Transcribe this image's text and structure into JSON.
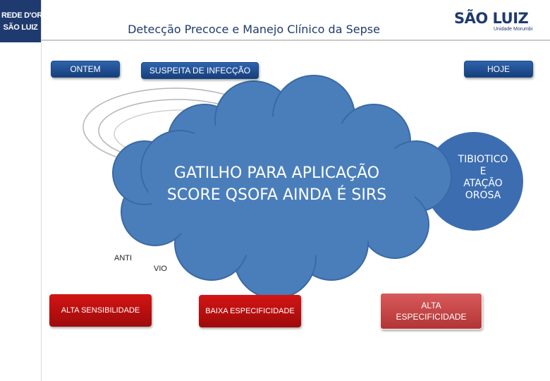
{
  "header": {
    "title": "Detecção Precoce e Manejo Clínico da Sepse",
    "logo_left": {
      "line1": "REDE D'OR",
      "line2": "SÃO LUIZ"
    },
    "logo_right": {
      "brand": "SÃO LUIZ",
      "unit": "Unidade Morumbi"
    }
  },
  "timeline": {
    "ontem": "ONTEM",
    "suspeita": "SUSPEITA DE INFECÇÃO",
    "hoje": "HOJE"
  },
  "cloud": {
    "line1": "GATILHO PARA APLICAÇÃO",
    "line2": "SCORE QSOFA AINDA É SIRS"
  },
  "circle": {
    "line1": "TIBIOTICO",
    "line2": "E",
    "line3": "ATAÇÃO",
    "line4": "OROSA"
  },
  "fragments": {
    "left": "ANTI",
    "left2": "VIO"
  },
  "boxes": {
    "alta_sensibilidade": "ALTA SENSIBILIDADE",
    "baixa_especificidade": "BAIXA ESPECIFICIDADE",
    "alta_especificidade_1": "ALTA",
    "alta_especificidade_2": "ESPECIFICIDADE"
  },
  "colors": {
    "navy": "#1f3a6e",
    "pill_blue": "#234f92",
    "cloud_blue": "#4a7ebb",
    "red": "#c00000",
    "soft_red": "#c94a4a"
  }
}
